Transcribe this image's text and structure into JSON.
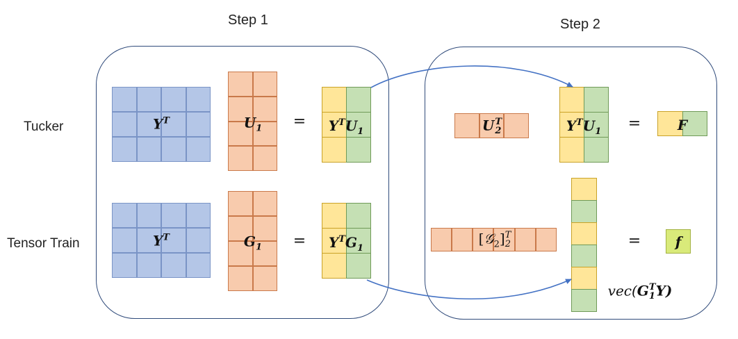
{
  "headings": {
    "step1": "Step 1",
    "step2": "Step 2"
  },
  "row_labels": {
    "tucker": "Tucker",
    "tensor_train": "Tensor Train"
  },
  "equals": "=",
  "tucker": {
    "yt": {
      "base": "Y",
      "sup": "T"
    },
    "u1": {
      "base": "U",
      "sub": "1"
    },
    "yt_u1": {
      "base1": "Y",
      "sup1": "T",
      "base2": "U",
      "sub2": "1"
    },
    "u2t": {
      "base": "U",
      "sup": "T",
      "sub": "2"
    },
    "result": "F"
  },
  "tensor_train": {
    "yt": {
      "base": "Y",
      "sup": "T"
    },
    "g1": {
      "base": "G",
      "sub": "1"
    },
    "yt_g1": {
      "base1": "Y",
      "sup1": "T",
      "base2": "G",
      "sub2": "1"
    },
    "g2": {
      "prefix": "[",
      "base": "𝒢",
      "sub_inner": "2",
      "suffix": "]",
      "sup": "T",
      "sub": "2"
    },
    "vec_label": {
      "prefix": "vec(",
      "base": "G",
      "sup": "T",
      "sub": "1",
      "suffix": "Y)"
    },
    "result": "f"
  },
  "colors": {
    "blue": "#b4c6e7",
    "orange": "#f8cbad",
    "yellow": "#ffe699",
    "green": "#c5e0b4",
    "lime": "#d9ea7a",
    "panel_border": "#2f4a7a",
    "arrow": "#4472c4"
  }
}
